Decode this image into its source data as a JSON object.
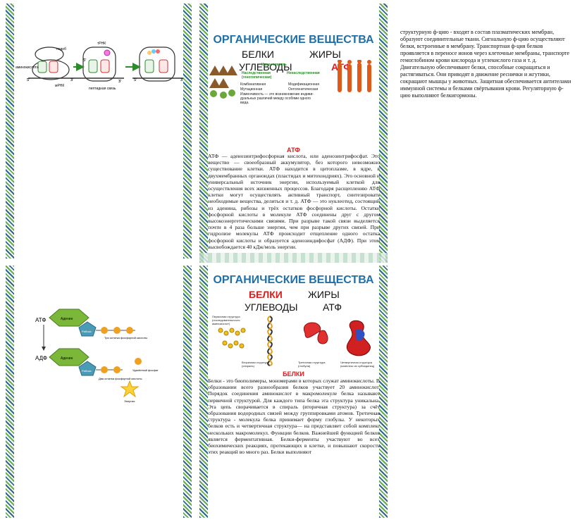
{
  "slide_top_right": {
    "title": "ОРГАНИЧЕСКИЕ ВЕЩЕСТВА",
    "w_proteins": "БЕЛКИ",
    "w_fats": "ЖИРЫ",
    "w_carbs": "УГЛЕВОДЫ",
    "w_atp": "АТФ",
    "heading": "АТФ",
    "variation_title": "Изменчивость",
    "col_hereditary": "Наследственная (генотипическая)",
    "col_nonhereditary": "Ненаследственная",
    "row1_left": "Комбинативная",
    "row1_right": "Модификационная",
    "row2_left": "Мутационная",
    "row2_right": "Онтогенетическая",
    "variation_note": "Изменчивость — это возникновение индиви-дуальных различий между особями одного вида.",
    "body": "АТФ — аденозинтрифосфорная кислота, или аденозинтрифосфат. Это вещество — своеобразный аккумулятор, без которого невозможно существование клетки. АТФ находится в цитоплазме, в ядре, в двухмембранных органоидах (пластидах и митохондриях). Это основной и универсальный источник энергии, используемый клеткой для осуществления всех жизненных процессов. Благодаря расщеплению АТФ клетки могут осуществлять активный транспорт, синтезировать необходимые вещества, делиться и т. д. АТФ — это нуклеотид, состоящий из аденина, рибозы и трёх остатков фосфорной кислоты. Остатки фосфорной кислоты в молекуле АТФ соединены друг с другом высокоэнергетическими связями. При разрыве такой связи выделяется почти в 4 раза больше энергии, чем при разрыве других связей. При гидролизе молекулы АТФ происходит отщепление одного остатка фосфорной кислоты и образуется аденозиндифосфат (АДФ). При этом высвобождается 40 кДж/моль энергии."
  },
  "slide_top_left": {
    "lbl_ribosome": "подоб",
    "lbl_aminoacid": "аминокислота",
    "lbl_mrna": "мРНК",
    "lbl_trna": "тРНК",
    "lbl_peptide": "пептидная связь",
    "lbl_5a": "5'",
    "lbl_3a": "3'",
    "lbl_5b": "5'",
    "lbl_3b": "3'",
    "lbl_5c": "5'",
    "lbl_3c": "3'"
  },
  "slide_bottom_left": {
    "atf_label": "АТФ",
    "adf_label": "АДФ",
    "adenine1": "Аденин",
    "adenine2": "Аденин",
    "ribose1": "Рибоза",
    "ribose2": "Рибоза",
    "three_phosph": "Три остатка фосфорной кислоты",
    "two_phosph": "Два остатка фосфорной кислоты",
    "removed_phosph": "Удалённый фосфат",
    "energy": "Энергия"
  },
  "slide_bottom_right": {
    "title": "ОРГАНИЧЕСКИЕ ВЕЩЕСТВА",
    "w_proteins": "БЕЛКИ",
    "w_fats": "ЖИРЫ",
    "w_carbs": "УГЛЕВОДЫ",
    "w_atp": "АТФ",
    "cap_primary": "Первичная структура (последовательность аминокислот)",
    "cap_secondary": "Вторичная структура (спираль)",
    "cap_tertiary": "Третичная структура (глобула)",
    "cap_quaternary": "Четвертичная структура (комплекс из субъединиц)",
    "heading": "БЕЛКИ",
    "body": "Белки - это биополимеры, мономерами в которых служат аминокислоты. В образовании всего разнообразия белков участвует 20 аминокислот. Порядок соединения аминокислот в макромолекуле белка называют первичной структурой. Для каждого типа белка эта структура уникальна. Эта цепь сворачивается в спираль (вторичная структура) за счёт образования водородных связей между группировками атомов. Третичная структура - молекула белка принимает форму глобулы. У некоторых белков есть и четвертичная структура— на представляет собой комплекс нескольких макромолекул. Функции белков. Важнейшей функцией белков является ферментативная. Белки-ферменты участвуют во всех биохимических реакциях, протекающих в клетке, и повышают скорость этих реакций во много раз. Белки выполняют"
  },
  "side_text": "структурную ф-цию - входят в состав плазматических мембран, образуют соединительные ткани. Сигнальную ф-цию осуществляют белки, встроенные в мембрану. Транспортная ф-ция белков проявляется в переносе ионов через клеточные мембраны, транспорте гемоглобином крови кислорода и углекислого газа и т. д. Двигательную обеспечивают белки, способные сокращаться и растягиваться. Они приводят в движение реснички и жгутики, сокращают мышцы у животных. Защитная обеспечивается антителами иммунной системы и белками свёртывания крови. Регуляторную ф-цию выполняют белкигормоны.",
  "colors": {
    "title_blue": "#1f6fa8",
    "accent_red": "#d81e1e",
    "adenine_green": "#7bb83a",
    "ribose_teal": "#4a9bb5",
    "phosphate_orange": "#f0a020"
  }
}
